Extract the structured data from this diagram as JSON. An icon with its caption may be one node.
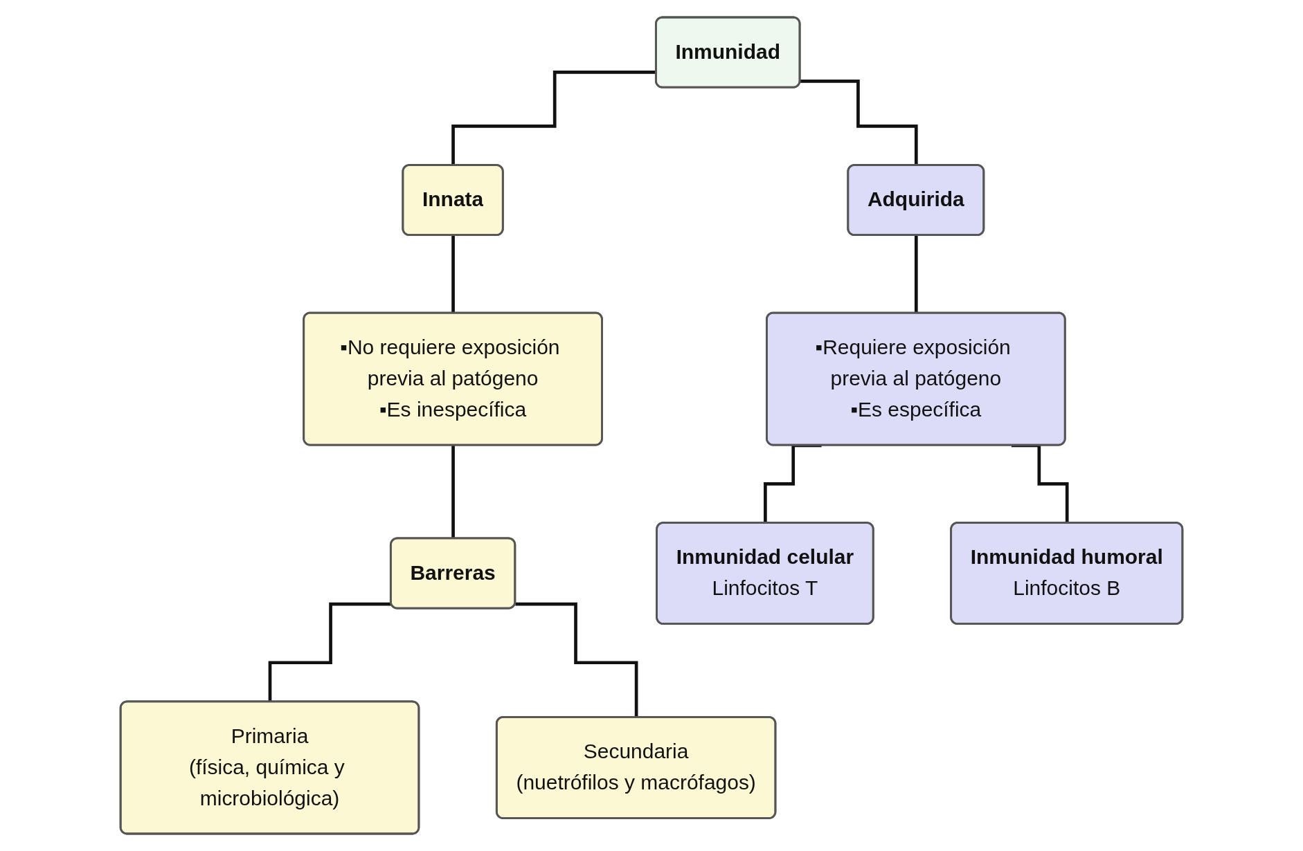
{
  "diagram": {
    "nodes": [
      {
        "text": [
          "Inmunidad"
        ]
      },
      {
        "text": [
          "Innata"
        ]
      },
      {
        "text": [
          "Adquirida"
        ]
      },
      {
        "text": [
          "▪No requiere exposición previa al patógeno",
          "▪Es inespecífica"
        ]
      },
      {
        "text": [
          "▪Requiere exposición previa al patógeno",
          "▪Es específica"
        ]
      },
      {
        "text": [
          "Barreras"
        ]
      },
      {
        "text": [
          "Inmunidad celular",
          "Linfocitos T"
        ]
      },
      {
        "text": [
          "Inmunidad humoral",
          "Linfocitos B"
        ]
      },
      {
        "text": [
          "Primaria",
          "(física, química y microbiológica)"
        ]
      },
      {
        "text": [
          "Secundaria",
          "(nuetrófilos y macrófagos)"
        ]
      }
    ],
    "edges": [
      {
        "from": 0,
        "to": 1,
        "arrow": "none"
      },
      {
        "from": 0,
        "to": 2,
        "arrow": "none"
      },
      {
        "from": 1,
        "to": 3,
        "arrow": "none"
      },
      {
        "from": 2,
        "to": 4,
        "arrow": "none"
      },
      {
        "from": 3,
        "to": 5,
        "arrow": "none"
      },
      {
        "from": 4,
        "to": 6,
        "arrow": "none"
      },
      {
        "from": 4,
        "to": 7,
        "arrow": "none"
      },
      {
        "from": 5,
        "to": 8,
        "arrow": "none"
      },
      {
        "from": 5,
        "to": 9,
        "arrow": "none"
      }
    ]
  }
}
